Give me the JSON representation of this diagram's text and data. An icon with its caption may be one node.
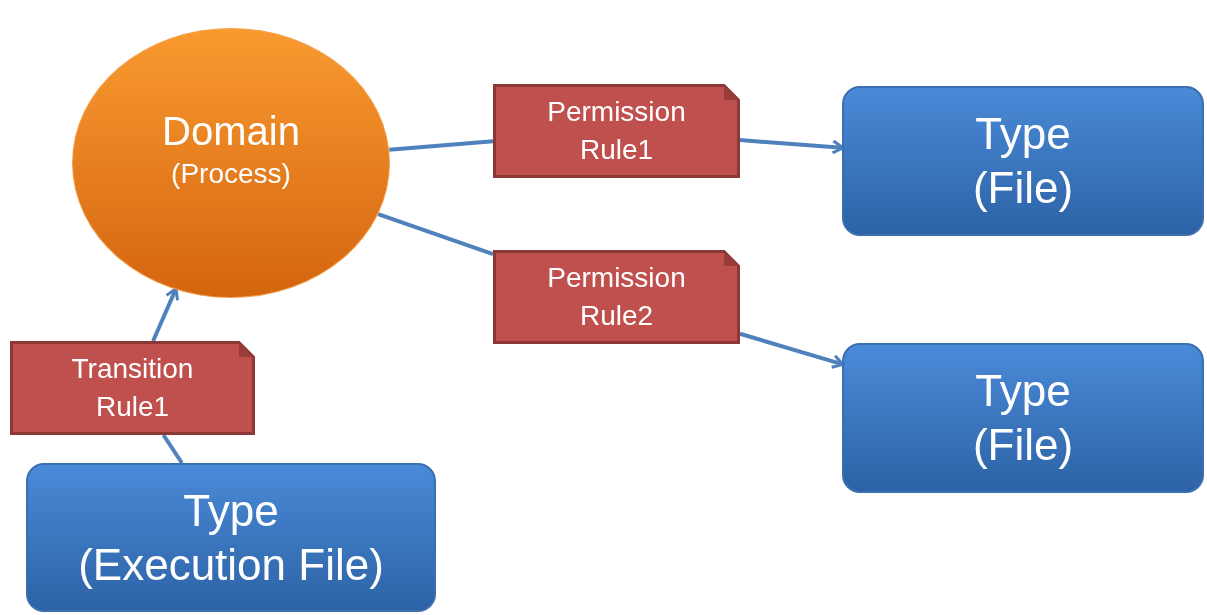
{
  "diagram": {
    "nodes": [
      {
        "text": [
          "Domain",
          "(Process)"
        ]
      },
      {
        "text": [
          "Permission Rule1"
        ]
      },
      {
        "text": [
          "Type",
          "(File)"
        ]
      },
      {
        "text": [
          "Permission Rule2"
        ]
      },
      {
        "text": [
          "Type",
          "(File)"
        ]
      },
      {
        "text": [
          "Transition Rule1"
        ]
      },
      {
        "text": [
          "Type",
          "(Execution File)"
        ]
      }
    ],
    "edges": [
      {
        "from": 0,
        "to": 1,
        "arrow": "none"
      },
      {
        "from": 1,
        "to": 2,
        "arrow": "to"
      },
      {
        "from": 0,
        "to": 3,
        "arrow": "none"
      },
      {
        "from": 3,
        "to": 4,
        "arrow": "to"
      },
      {
        "from": 6,
        "to": 5,
        "arrow": "none"
      },
      {
        "from": 5,
        "to": 0,
        "arrow": "to"
      }
    ]
  }
}
